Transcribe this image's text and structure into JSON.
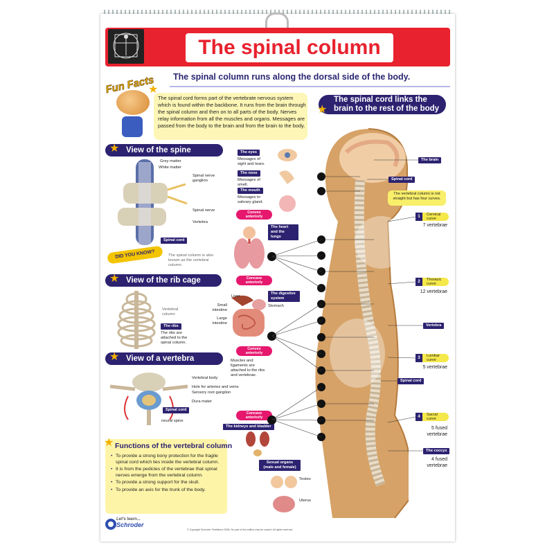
{
  "title": "The spinal column",
  "subtitle": "The spinal column runs along the dorsal side of the body.",
  "fun_facts": {
    "label": "Fun Facts",
    "text": "The spinal cord forms part of the vertebrate nervous system which is found within the backbone. It runs from the brain through the spinal column and then on to all parts of the body. Nerves relay information from all the muscles and organs. Messages are passed from the body to the brain and from the brain to the body."
  },
  "links_heading": {
    "line1": "The spinal cord links the",
    "line2": "brain to the rest of the body"
  },
  "view_spine": {
    "heading": "View of the spine",
    "labels": [
      "Grey matter",
      "White matter",
      "Spinal nerve ganglion",
      "Spinal nerve",
      "Vertebra"
    ],
    "tag": "Spinal cord"
  },
  "did_you_know": {
    "label": "DID YOU KNOW?",
    "text": "The spinal column is also known as the vertebral column."
  },
  "rib_cage": {
    "heading": "View of the rib cage",
    "label": "Vertebral column",
    "tag": "The ribs",
    "text": "The ribs are attached to the spinal column."
  },
  "vertebra_view": {
    "heading": "View of a vertebra",
    "labels": [
      "Vertebral body",
      "Hole for arteries and veins",
      "Sensory root ganglion",
      "Dura mater",
      "neural spine"
    ],
    "tag": "Spinal cord"
  },
  "functions": {
    "heading": "Functions of the vertebral column",
    "items": [
      "To provide a strong bony protection for the fragile spinal cord which lies inside the vertebral column.",
      "It is from the pedicles of the vertebrae that spinal nerves emerge from the vertebral column.",
      "To provide a strong support for the skull.",
      "To provide an axis for the trunk of the body."
    ]
  },
  "organs": {
    "eyes": {
      "tag": "The eyes",
      "text": "Messages of sight and tears."
    },
    "nose": {
      "tag": "The nose",
      "text": "Messages of smell."
    },
    "mouth": {
      "tag": "The mouth",
      "text": "Messages to salivary gland."
    },
    "heart": {
      "tag": "The heart and the lungs"
    },
    "digestive": {
      "tag": "The digestive system",
      "labels": [
        "Liver",
        "Stomach",
        "Small intestine",
        "Large intestine"
      ]
    },
    "muscles_text": "Muscles and ligaments are attached to the ribs and vertebrae.",
    "kidneys": {
      "tag": "The kidneys and bladder"
    },
    "sexual": {
      "tag": "Sexual organs (male and female)",
      "labels": [
        "Testes",
        "Uterus"
      ]
    }
  },
  "curves_pills": [
    "Convex anteriorly",
    "Concave anteriorly",
    "Convex anteriorly",
    "Concave anteriorly"
  ],
  "body_tags": {
    "brain": "The brain",
    "spinal_cord_top": "Spinal cord",
    "note": "The vertebral column is not straight but has four curves.",
    "vertebra": "Vertebra",
    "spinal_cord_low": "Spinal cord",
    "coccyx": "The coccyx"
  },
  "curves": [
    {
      "num": "1",
      "name": "Cervical curve",
      "count": "7 vertebrae"
    },
    {
      "num": "2",
      "name": "Thoracic curve",
      "count": "12 vertebrae"
    },
    {
      "num": "3",
      "name": "Lumbar curve",
      "count": "5 vertebrae"
    },
    {
      "num": "4",
      "name": "Sacral curve",
      "count": "5 fused vertebrae"
    }
  ],
  "coccyx_count": "4 fused vertebrae",
  "publisher": {
    "line1": "Let's learn...",
    "line2": "Schroder"
  },
  "copyright": "© Copyright Schroder Publishers 2008. No part of this edition may be copied. All rights reserved."
}
